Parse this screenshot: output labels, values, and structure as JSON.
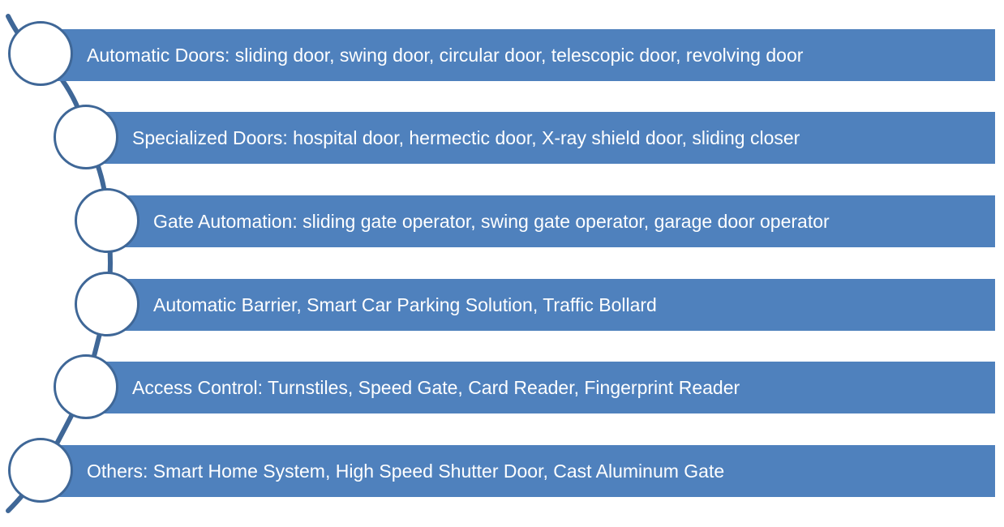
{
  "items": [
    {
      "label": "Automatic Doors: sliding door, swing door, circular door, telescopic door, revolving door"
    },
    {
      "label": "Specialized Doors: hospital door, hermectic door, X-ray shield door, sliding closer"
    },
    {
      "label": "Gate Automation: sliding gate operator, swing gate operator, garage door operator"
    },
    {
      "label": "Automatic Barrier, Smart Car Parking Solution, Traffic Bollard"
    },
    {
      "label": "Access Control: Turnstiles, Speed Gate, Card Reader, Fingerprint Reader"
    },
    {
      "label": "Others: Smart Home System, High Speed Shutter Door, Cast Aluminum Gate"
    }
  ],
  "colors": {
    "bar": "#4f81bd",
    "line": "#3f6797",
    "circle_fill": "#ffffff",
    "text": "#ffffff"
  }
}
